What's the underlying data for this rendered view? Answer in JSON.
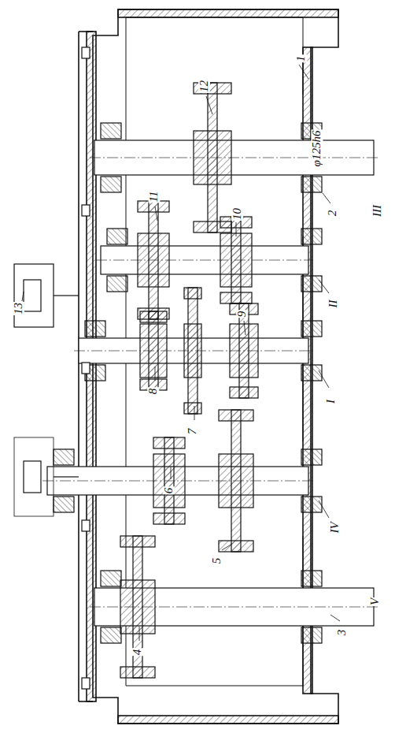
{
  "diagram": {
    "labels": [
      "1",
      "12",
      "φ125h6",
      "2",
      "III",
      "11",
      "10",
      "II",
      "13",
      "9",
      "8",
      "I",
      "7",
      "6",
      "IV",
      "5",
      "4",
      "3",
      "V"
    ]
  }
}
